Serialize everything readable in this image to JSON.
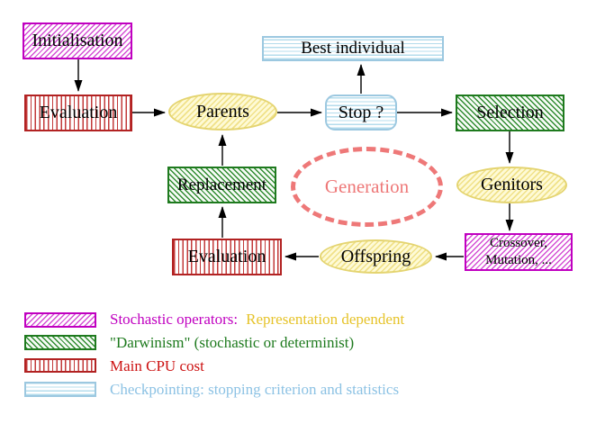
{
  "palette": {
    "magenta": "#c000c0",
    "magenta-line": "#d44fd4",
    "green": "#1e7a1e",
    "green-line": "#2f8b2f",
    "red": "#b22222",
    "red-line": "#c23a3a",
    "legend-red": "#cc1111",
    "cyan-border": "#9cc8e0",
    "cyan-line": "#b4dcec",
    "yellow-border": "#e4d470",
    "yellow-line": "#f0e188",
    "yellow-fill": "#fefad6",
    "salmon": "#ee7878",
    "legend-yellow": "#e6c32a",
    "legend-cyan": "#8cc2e4",
    "arrow": "#000000"
  },
  "nodes": {
    "initialisation": {
      "label": "Initialisation"
    },
    "evaluation_top": {
      "label": "Evaluation"
    },
    "parents": {
      "label": "Parents"
    },
    "best_individual": {
      "label": "Best individual"
    },
    "stop": {
      "label": "Stop ?"
    },
    "selection": {
      "label": "Selection"
    },
    "genitors": {
      "label": "Genitors"
    },
    "crossover_mutation": {
      "line1": "Crossover,",
      "line2": "Mutation, ..."
    },
    "offspring": {
      "label": "Offspring"
    },
    "evaluation_bottom": {
      "label": "Evaluation"
    },
    "replacement": {
      "label": "Replacement"
    },
    "generation": {
      "label": "Generation"
    }
  },
  "legend": {
    "rows": [
      {
        "swatch": "magenta-diagonal-hatch",
        "text": "Stochastic operators:",
        "text2": "Representation dependent"
      },
      {
        "swatch": "green-diagonal-hatch",
        "text": "\"Darwinism\" (stochastic or determinist)"
      },
      {
        "swatch": "red-vertical-hatch",
        "text": "Main CPU cost"
      },
      {
        "swatch": "cyan-horizontal-hatch",
        "text": "Checkpointing: stopping criterion and statistics"
      }
    ]
  }
}
